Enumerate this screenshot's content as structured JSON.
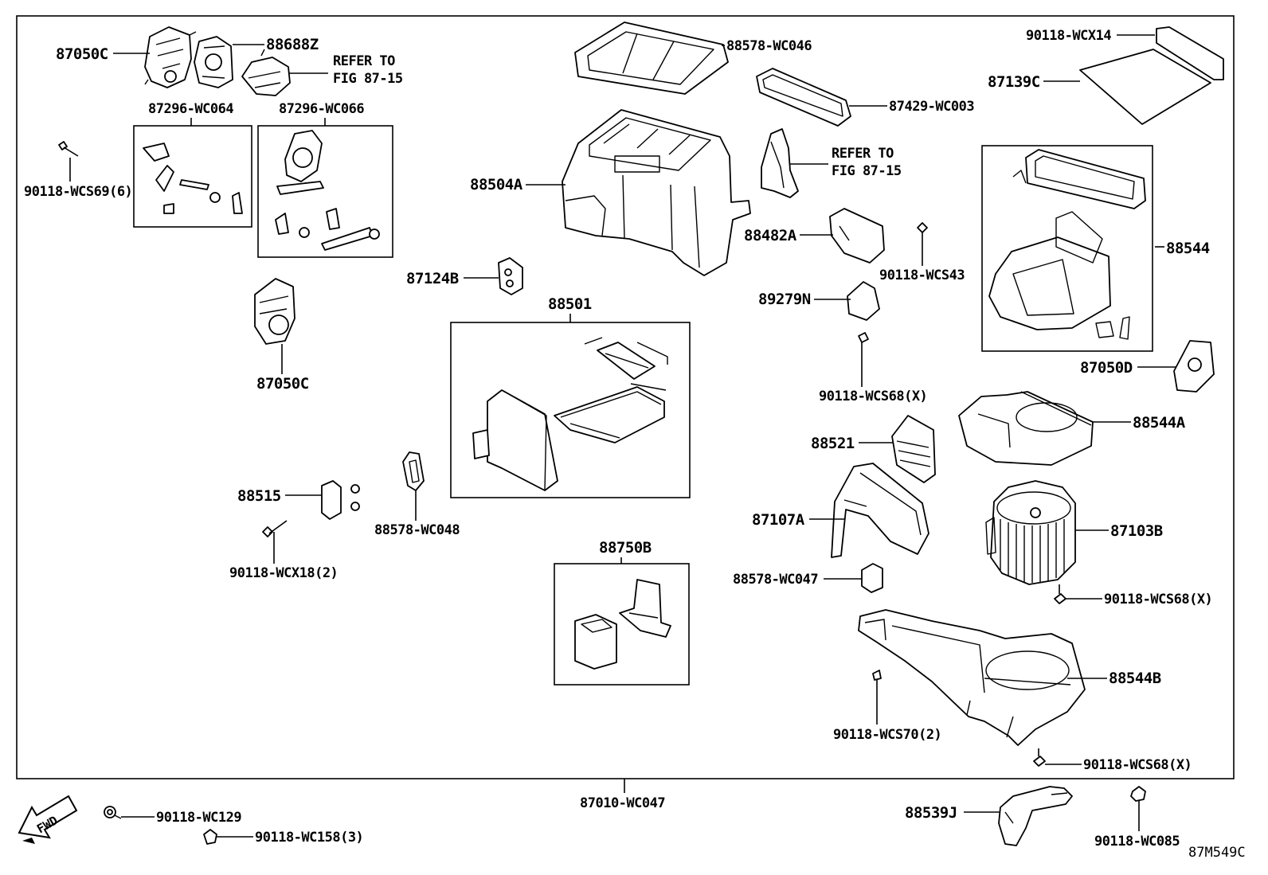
{
  "diagram_code": "87M549C",
  "fwd_label": "FWD",
  "labels": {
    "p87050C_top": "87050C",
    "p88688Z": "88688Z",
    "refer1_line1": "REFER TO",
    "refer1_line2": "FIG 87-15",
    "p87296_WC064": "87296-WC064",
    "p87296_WC066": "87296-WC066",
    "p90118_WCS69": "90118-WCS69(6)",
    "p87050C_mid": "87050C",
    "p88578_WC046": "88578-WC046",
    "p87429_WC003": "87429-WC003",
    "refer2_line1": "REFER TO",
    "refer2_line2": "FIG 87-15",
    "p88504A": "88504A",
    "p88482A": "88482A",
    "p90118_WCS43": "90118-WCS43",
    "p89279N": "89279N",
    "p87124B": "87124B",
    "p88501": "88501",
    "p90118_WCS68_a": "90118-WCS68(X)",
    "p90118_WCX14": "90118-WCX14",
    "p87139C": "87139C",
    "p88544": "88544",
    "p87050D": "87050D",
    "p88544A": "88544A",
    "p88521": "88521",
    "p87107A": "87107A",
    "p87103B": "87103B",
    "p88578_WC047": "88578-WC047",
    "p90118_WCS68_b": "90118-WCS68(X)",
    "p88544B": "88544B",
    "p90118_WCS70": "90118-WCS70(2)",
    "p90118_WCS68_c": "90118-WCS68(X)",
    "p88515": "88515",
    "p88578_WC048": "88578-WC048",
    "p90118_WCX18": "90118-WCX18(2)",
    "p88750B": "88750B",
    "p87010_WC047": "87010-WC047",
    "p90118_WC129": "90118-WC129",
    "p90118_WC158": "90118-WC158(3)",
    "p88539J": "88539J",
    "p90118_WC085": "90118-WC085"
  }
}
